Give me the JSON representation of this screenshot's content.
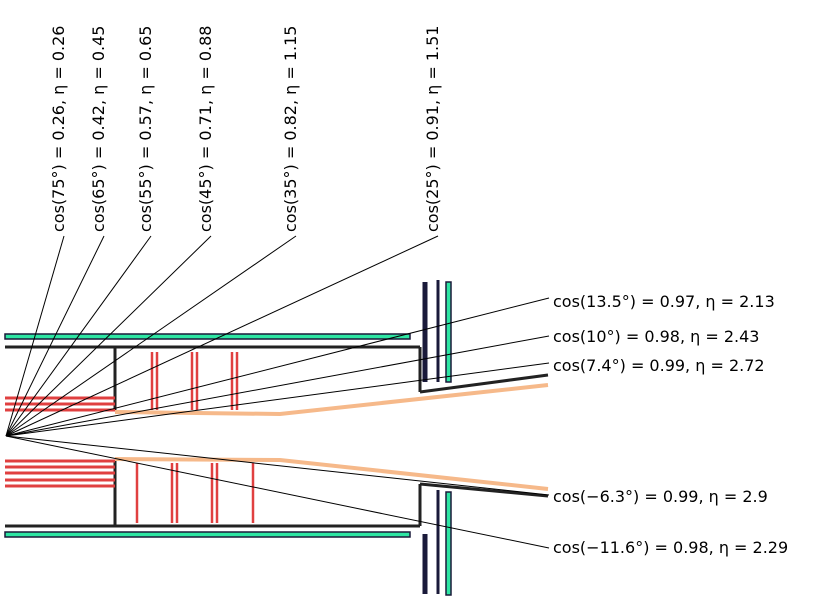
{
  "upper_angle_labels": [
    "cos(75°) = 0.26, η = 0.26",
    "cos(65°) = 0.42, η = 0.45",
    "cos(55°) = 0.57, η = 0.65",
    "cos(45°) = 0.71, η = 0.88",
    "cos(35°) = 0.82, η = 1.15",
    "cos(25°) = 0.91, η = 1.51"
  ],
  "forward_angle_labels": [
    "cos(13.5°) = 0.97, η = 2.13",
    "cos(10°) = 0.98, η = 2.43",
    "cos(7.4°) = 0.99, η = 2.72",
    "cos(−6.3°) = 0.99, η = 2.9",
    "cos(−11.6°) = 0.98, η = 2.29"
  ],
  "colors": {
    "line": "#000000",
    "wall": "#222222",
    "green": "#2ee6a3",
    "red": "#e04040",
    "orange": "#f6b98a",
    "navy": "#1a1a3a"
  }
}
